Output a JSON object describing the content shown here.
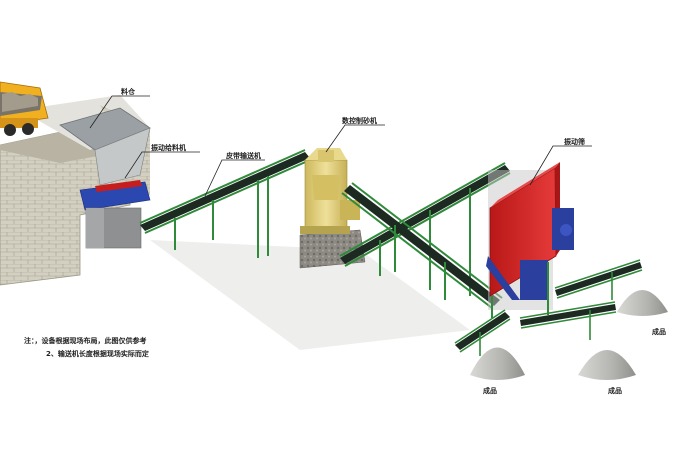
{
  "labels": {
    "hopper": "料仓",
    "vibrating_feeder": "振动给料机",
    "belt_conveyor": "皮带输送机",
    "sand_maker": "数控制砂机",
    "vibrating_screen": "振动筛",
    "product_1": "成品",
    "product_2": "成品",
    "product_3": "成品"
  },
  "notes": {
    "line1": "注：，设备根据现场布局，此图仅供参考",
    "line2": "2、输送机长度根据现场实际而定"
  },
  "colors": {
    "conveyor_frame": "#2f8a3a",
    "belt": "#1c2a22",
    "sand_maker_body": "#e6d27a",
    "screen_red": "#d42323",
    "screen_blue": "#2a3f9e",
    "truck_yellow": "#f0b020",
    "stone_wall": "#c9c4b4",
    "product_pile": "#b0b0ad"
  }
}
